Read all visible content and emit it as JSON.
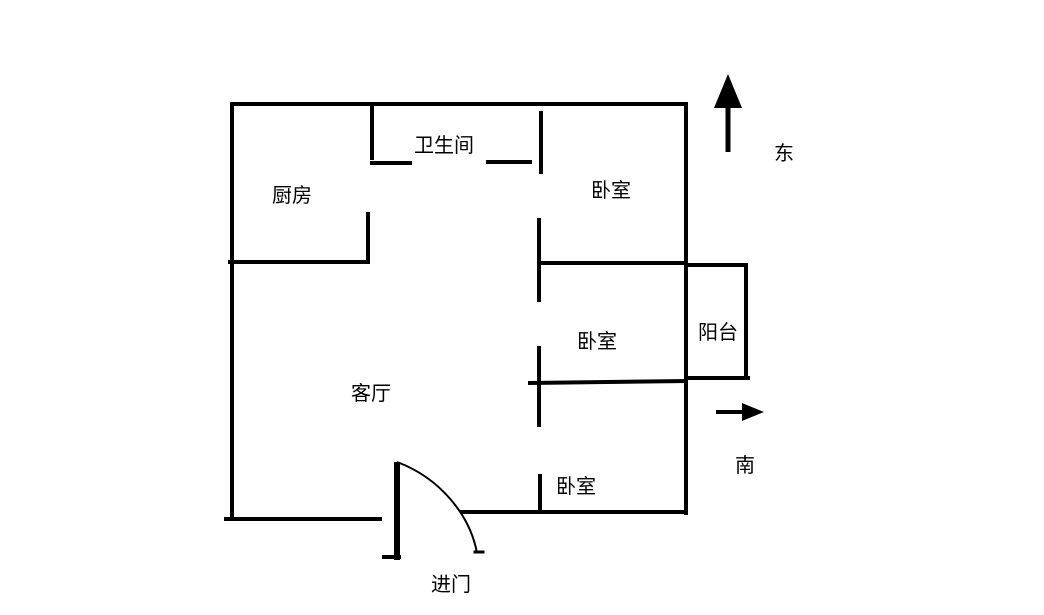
{
  "rooms": {
    "bathroom": "卫生间",
    "kitchen": "厨房",
    "bedroom_top": "卧室",
    "bedroom_middle": "卧室",
    "bedroom_bottom": "卧室",
    "living_room": "客厅",
    "balcony": "阳台"
  },
  "entrance": "进门",
  "compass": {
    "east": "东",
    "south": "南"
  },
  "colors": {
    "wall": "#000000",
    "background": "#ffffff"
  }
}
